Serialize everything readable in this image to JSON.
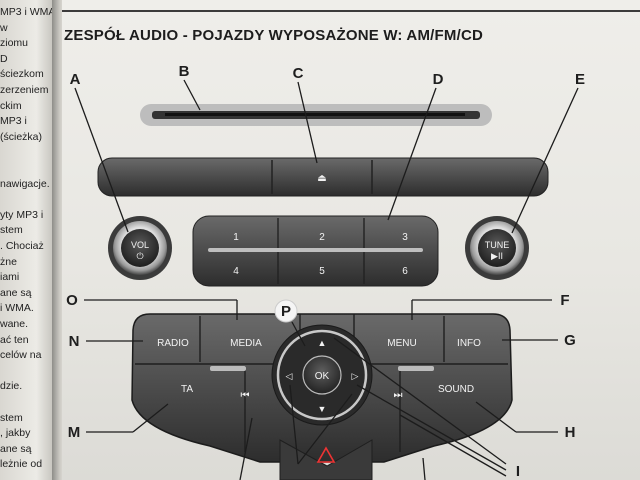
{
  "left_page": {
    "lines": [
      "MP3 i WMA",
      "w",
      "ziomu",
      "D",
      "ściezkom",
      "zerzeniem",
      "ckim",
      "MP3 i",
      "(ścieżka)",
      "",
      "",
      "nawigacje.",
      "",
      "yty MP3 i",
      "stem",
      ". Chociaż",
      "żne",
      "iami",
      "ane są",
      "i WMA.",
      "wane.",
      "ać ten",
      "celów na",
      "",
      "dzie.",
      "",
      "stem",
      ", jakby",
      "ane są",
      "leżnie od"
    ]
  },
  "page": {
    "title": "ZESPÓŁ AUDIO - POJAZDY WYPOSAŻONE W: AM/FM/CD"
  },
  "labels": {
    "A": "A",
    "B": "B",
    "C": "C",
    "D": "D",
    "E": "E",
    "F": "F",
    "G": "G",
    "H": "H",
    "I": "I",
    "M": "M",
    "N": "N",
    "O": "O",
    "P": "P"
  },
  "buttons": {
    "vol": "VOL",
    "vol_power": "⏻",
    "tune": "TUNE",
    "tune_play": "▶II",
    "eject": "⏏",
    "preset_1": "1",
    "preset_2": "2",
    "preset_3": "3",
    "preset_4": "4",
    "preset_5": "5",
    "preset_6": "6",
    "radio": "RADIO",
    "media": "MEDIA",
    "menu": "MENU",
    "info": "INFO",
    "ta": "TA",
    "sound": "SOUND",
    "ok": "OK",
    "prev": "⏮",
    "next": "⏭",
    "arrow_up": "▲",
    "arrow_down": "▼",
    "arrow_left": "◁",
    "arrow_right": "▷"
  }
}
